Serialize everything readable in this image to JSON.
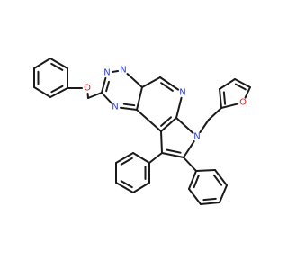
{
  "molecule": {
    "colors": {
      "bond": "#1a1a1a",
      "nitrogen": "#2b3fdc",
      "oxygen": "#e01b1b"
    },
    "atoms": [
      {
        "id": "n_a",
        "label": "N",
        "element": "nitrogen"
      },
      {
        "id": "n_b",
        "label": "N",
        "element": "nitrogen"
      },
      {
        "id": "n_c",
        "label": "N",
        "element": "nitrogen"
      },
      {
        "id": "n_d",
        "label": "N",
        "element": "nitrogen"
      },
      {
        "id": "n_e",
        "label": "N",
        "element": "nitrogen"
      },
      {
        "id": "o_ether",
        "label": "O",
        "element": "oxygen"
      },
      {
        "id": "o_furan",
        "label": "O",
        "element": "oxygen"
      }
    ]
  }
}
